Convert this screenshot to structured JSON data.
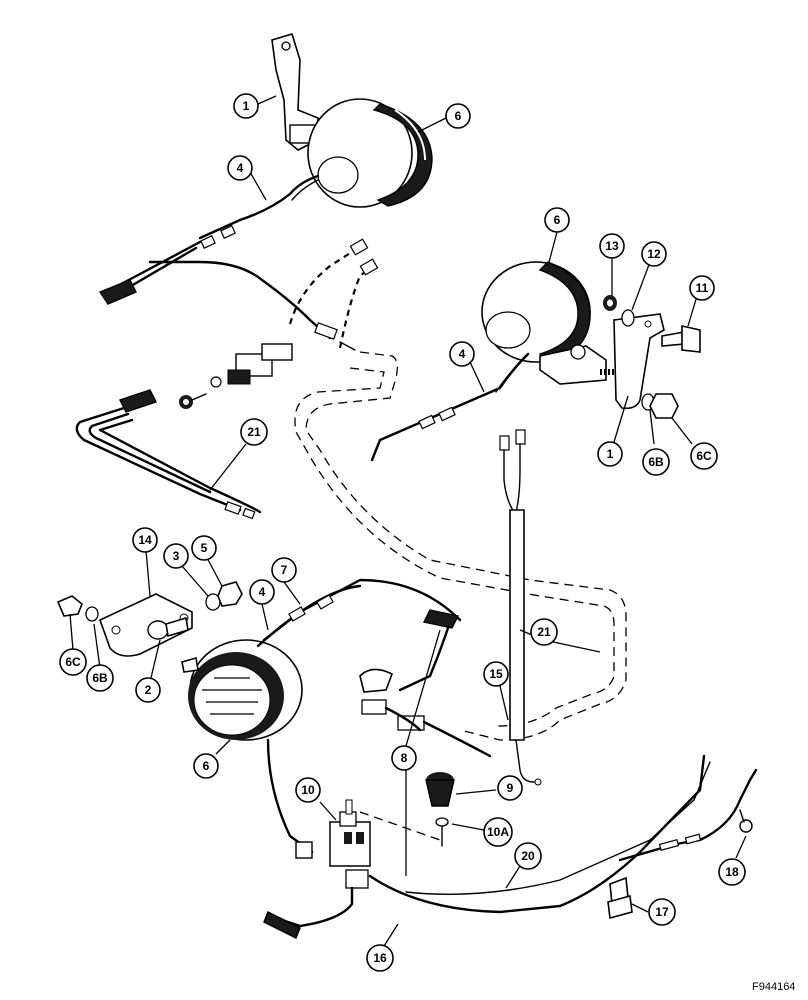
{
  "figure": {
    "id": "F944164"
  },
  "callouts": [
    {
      "key": "c1a",
      "label": "1"
    },
    {
      "key": "c6a",
      "label": "6"
    },
    {
      "key": "c4a",
      "label": "4"
    },
    {
      "key": "c6b",
      "label": "6"
    },
    {
      "key": "c13",
      "label": "13"
    },
    {
      "key": "c12",
      "label": "12"
    },
    {
      "key": "c11",
      "label": "11"
    },
    {
      "key": "c4b",
      "label": "4"
    },
    {
      "key": "c1b",
      "label": "1"
    },
    {
      "key": "c6B_right",
      "label": "6B"
    },
    {
      "key": "c6C_right",
      "label": "6C"
    },
    {
      "key": "c21a",
      "label": "21"
    },
    {
      "key": "c14",
      "label": "14"
    },
    {
      "key": "c3",
      "label": "3"
    },
    {
      "key": "c5",
      "label": "5"
    },
    {
      "key": "c7",
      "label": "7"
    },
    {
      "key": "c4c",
      "label": "4"
    },
    {
      "key": "c6B_left",
      "label": "6B"
    },
    {
      "key": "c6C_left",
      "label": "6C"
    },
    {
      "key": "c2",
      "label": "2"
    },
    {
      "key": "c6c",
      "label": "6"
    },
    {
      "key": "c21b",
      "label": "21"
    },
    {
      "key": "c15",
      "label": "15"
    },
    {
      "key": "c8",
      "label": "8"
    },
    {
      "key": "c9",
      "label": "9"
    },
    {
      "key": "c10",
      "label": "10"
    },
    {
      "key": "c10A",
      "label": "10A"
    },
    {
      "key": "c20",
      "label": "20"
    },
    {
      "key": "c18",
      "label": "18"
    },
    {
      "key": "c17",
      "label": "17"
    },
    {
      "key": "c16",
      "label": "16"
    }
  ]
}
